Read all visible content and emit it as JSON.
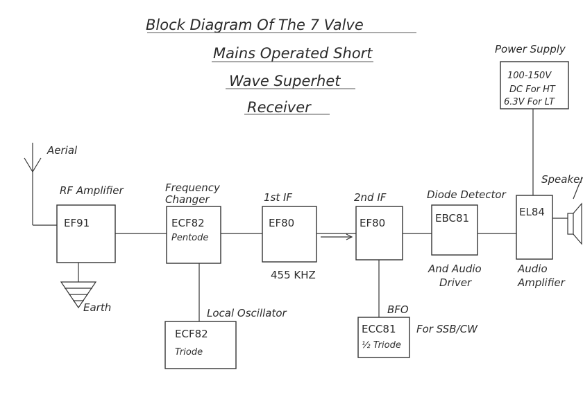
{
  "title": {
    "lines": [
      "Block Diagram Of The 7 Valve",
      "Mains Operated Short",
      "Wave Superhet",
      "Receiver"
    ]
  },
  "aerial_label": "Aerial",
  "earth_label": "Earth",
  "speaker_label": "Speaker",
  "power_supply": {
    "label": "Power Supply",
    "lines": [
      "100-150V",
      "DC For HT",
      "6.3V For LT"
    ]
  },
  "blocks": {
    "rf_amp": {
      "label": "RF Amplifier",
      "valve": "EF91"
    },
    "freq_changer": {
      "label_1": "Frequency",
      "label_2": "Changer",
      "valve": "ECF82",
      "sub": "Pentode"
    },
    "if1": {
      "label": "1st IF",
      "valve": "EF80"
    },
    "if2": {
      "label": "2nd IF",
      "valve": "EF80"
    },
    "detector": {
      "label": "Diode Detector",
      "valve": "EBC81",
      "below_1": "And Audio",
      "below_2": "Driver"
    },
    "audio_amp": {
      "valve": "EL84",
      "below_1": "Audio",
      "below_2": "Amplifier"
    },
    "local_osc": {
      "label": "Local Oscillator",
      "valve": "ECF82",
      "sub": "Triode"
    },
    "bfo": {
      "label": "BFO",
      "valve": "ECC81",
      "sub": "½ Triode",
      "note": "For SSB/CW"
    }
  },
  "if_frequency": "455 KHZ"
}
